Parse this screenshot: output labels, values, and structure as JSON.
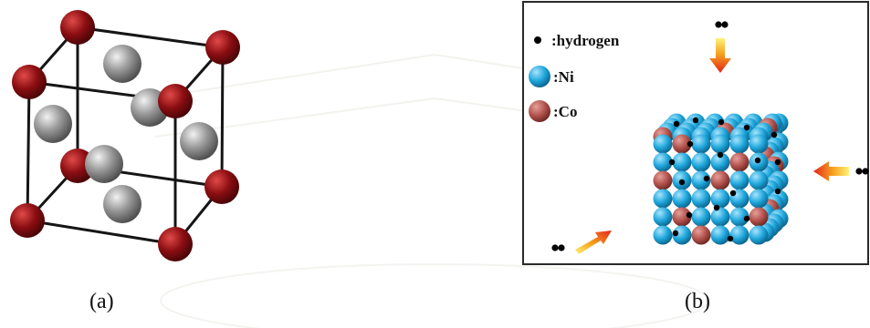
{
  "panel_a": {
    "caption": "(a)"
  },
  "panel_b": {
    "caption": "(b)",
    "legend": [
      {
        "label": ":hydrogen",
        "icon": "hydrogen-atom-icon"
      },
      {
        "label": ":Ni",
        "icon": "ni-atom-icon"
      },
      {
        "label": ":Co",
        "icon": "co-atom-icon"
      }
    ]
  },
  "colors": {
    "corner_atom": "#8b0e12",
    "face_atom": "#8a8a8a",
    "ni": "#1ea6dc",
    "co": "#b2524c",
    "hydrogen": "#000000",
    "arrow_start": "#ffe94a",
    "arrow_end": "#e3241b"
  }
}
